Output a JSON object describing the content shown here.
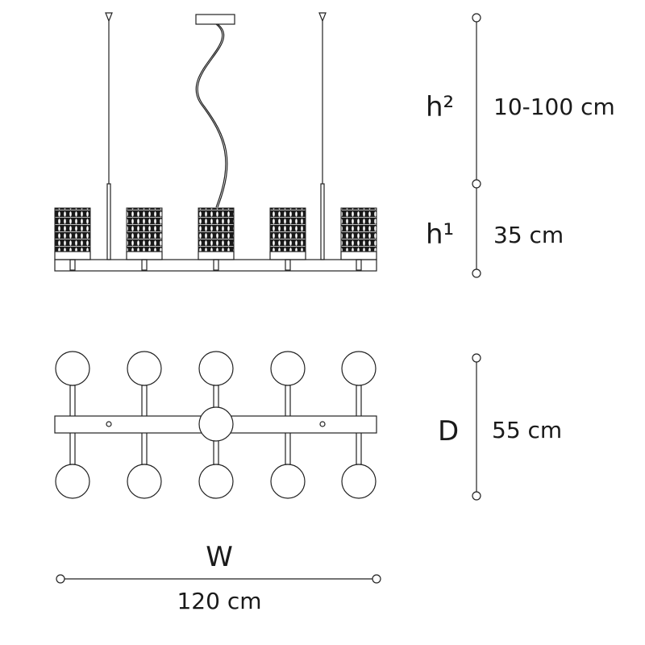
{
  "dimensions": {
    "h2": {
      "label": "h²",
      "value": "10-100 cm"
    },
    "h1": {
      "label": "h¹",
      "value": "35 cm"
    },
    "depth": {
      "label": "D",
      "value": "55 cm"
    },
    "width": {
      "label": "W",
      "value": "120 cm"
    }
  },
  "colors": {
    "line": "#222222",
    "shade": "#1a1a1a",
    "background": "#ffffff"
  }
}
